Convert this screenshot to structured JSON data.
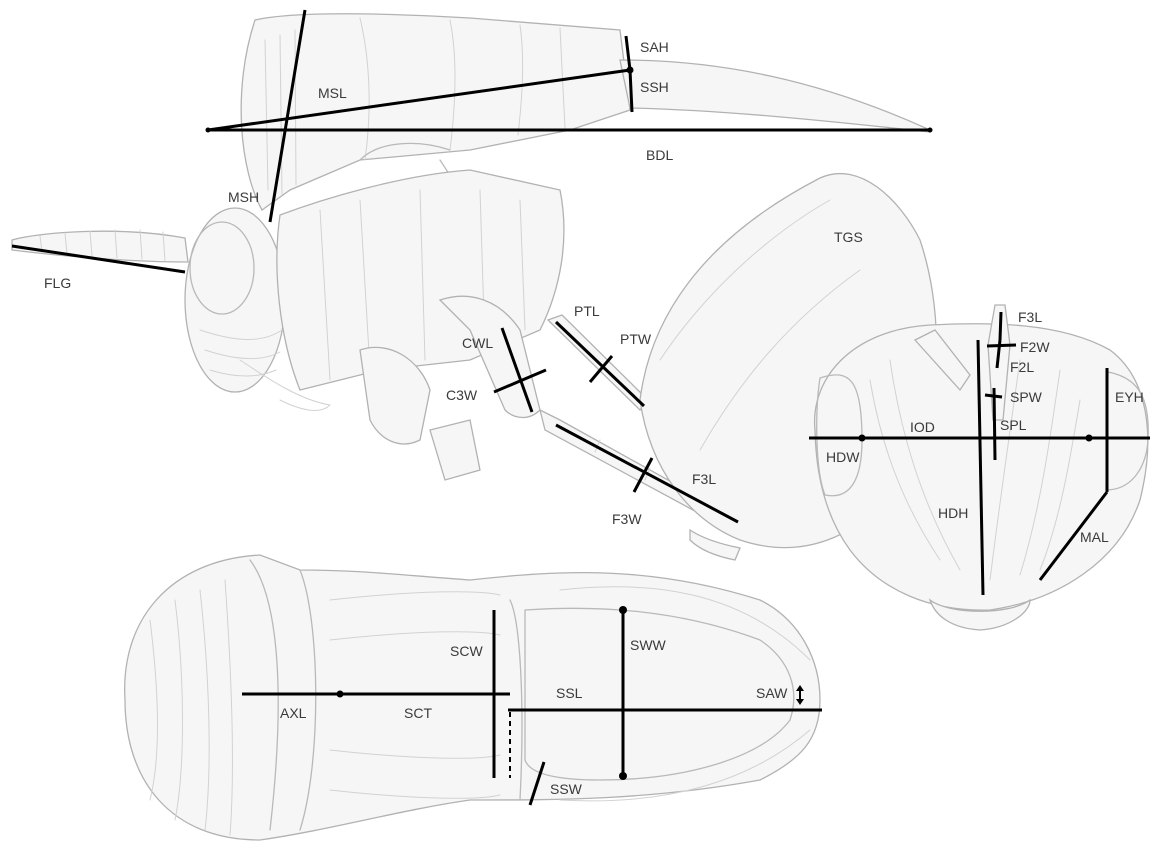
{
  "diagram": {
    "labels": {
      "sah": "SAH",
      "ssh": "SSH",
      "msl": "MSL",
      "bdl": "BDL",
      "msh": "MSH",
      "flg": "FLG",
      "tgs": "TGS",
      "cwl": "CWL",
      "c3w": "C3W",
      "ptl": "PTL",
      "ptw": "PTW",
      "f3l_leg": "F3L",
      "f3w": "F3W",
      "f3l_head": "F3L",
      "f2w": "F2W",
      "f2l": "F2L",
      "spw": "SPW",
      "spl": "SPL",
      "iod": "IOD",
      "eyh": "EYH",
      "hdw": "HDW",
      "hdh": "HDH",
      "mal": "MAL",
      "scw": "SCW",
      "sww": "SWW",
      "ssl": "SSL",
      "saw": "SAW",
      "axl": "AXL",
      "sct": "SCT",
      "ssw": "SSW"
    }
  }
}
